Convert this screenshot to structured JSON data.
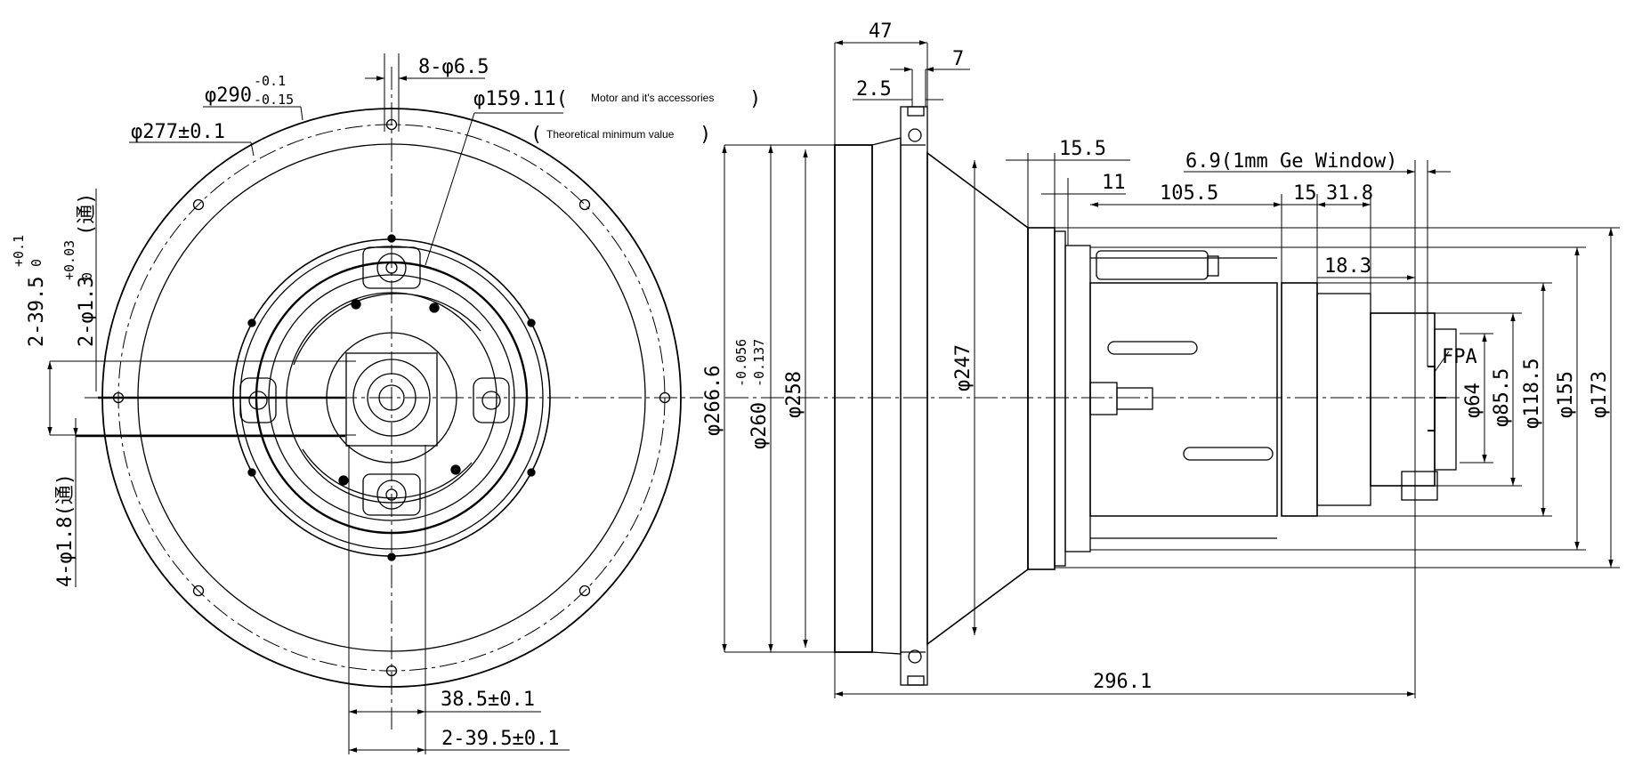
{
  "front_view": {
    "d290": "φ290",
    "d290_tol_upper": "-0.1",
    "d290_tol_lower": "-0.15",
    "d277": "φ277±0.1",
    "holes_8": "8-φ6.5",
    "d159": "φ159.11(",
    "motor_note": "Motor and it's accessories",
    "close_paren": ")",
    "open_paren": "(",
    "theoretical_note": "Theoretical minimum value",
    "holes_2_395": "2-39.5",
    "holes_2_395_tol_upper": "+0.1",
    "holes_2_395_tol_lower": "0",
    "holes_2_13": "2-φ1.3",
    "holes_2_13_tol_upper": "+0.03",
    "holes_2_13_tol_lower": "0",
    "through_mark": "(通)",
    "holes_4_18": "4-φ1.8(通)",
    "dim_385": "38.5±0.1",
    "dim_2_395": "2-39.5±0.1"
  },
  "side_view": {
    "dim_47": "47",
    "dim_7": "7",
    "dim_25": "2.5",
    "dim_155": "15.5",
    "dim_11": "11",
    "ge_window": "6.9(1mm Ge Window)",
    "dim_1055": "105.5",
    "dim_15": "15",
    "dim_318": "31.8",
    "dim_183": "18.3",
    "fpa": "FPA",
    "d2666": "φ266.6",
    "d260": "φ260",
    "d260_tol_upper": "-0.056",
    "d260_tol_lower": "-0.137",
    "d258": "φ258",
    "d247": "φ247",
    "d64": "φ64",
    "d855": "φ85.5",
    "d1185": "φ118.5",
    "d155": "φ155",
    "d173": "φ173",
    "dim_2961": "296.1"
  }
}
